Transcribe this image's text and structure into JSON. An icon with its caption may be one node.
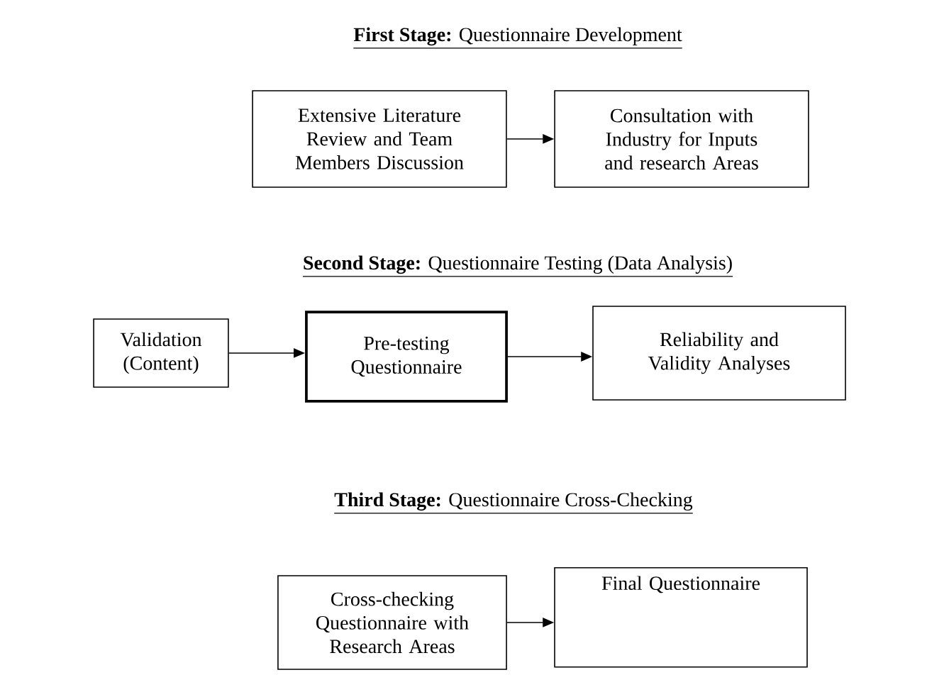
{
  "diagram": {
    "nodes": [
      {
        "text": [
          "Extensive Literature Review and Team Members Discussion"
        ]
      },
      {
        "text": [
          "Consultation with Industry for Inputs and research Areas"
        ]
      },
      {
        "text": [
          "Validation (Content)"
        ]
      },
      {
        "text": [
          "Pre-testing Questionnaire"
        ]
      },
      {
        "text": [
          "Reliability and Validity Analyses"
        ]
      },
      {
        "text": [
          "Cross-checking Questionnaire with Research Areas"
        ]
      },
      {
        "text": [
          "Final Questionnaire"
        ]
      }
    ],
    "edges": [
      {
        "from": 0,
        "to": 1,
        "arrow": "to"
      },
      {
        "from": 2,
        "to": 3,
        "arrow": "to"
      },
      {
        "from": 3,
        "to": 4,
        "arrow": "to"
      },
      {
        "from": 5,
        "to": 6,
        "arrow": "to"
      }
    ],
    "labels": [
      "**First Stage:** Questionnaire Development",
      "**Second Stage:** Questionnaire Testing (Data Analysis)",
      "**Third Stage:** Questionnaire Cross-Checking"
    ]
  }
}
